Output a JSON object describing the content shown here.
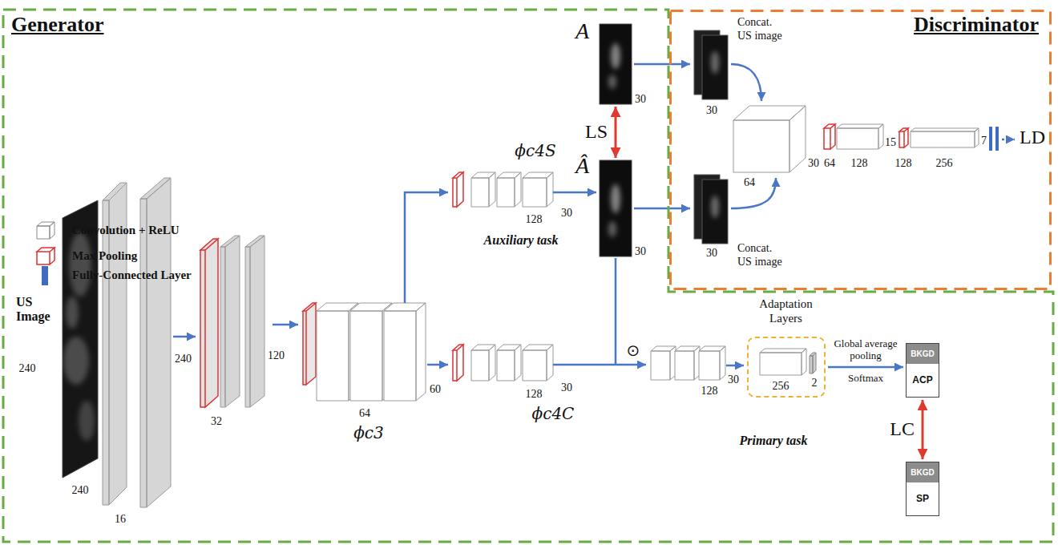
{
  "diagram": {
    "nodes": [
      {
        "text": [
          "Generator"
        ]
      },
      {
        "text": [
          "Discriminator"
        ]
      },
      {
        "text": [
          "US Image"
        ],
        "in": 0
      },
      {
        "text": [
          "A"
        ],
        "in": 0
      },
      {
        "text": [
          "Â"
        ],
        "in": 0
      },
      {
        "text": [
          "Concat. US image"
        ],
        "in": 1
      },
      {
        "text": [
          "Concat. US image"
        ],
        "in": 1
      },
      {
        "text": [
          "Adaptation Layers"
        ],
        "in": 0
      },
      {
        "text": [
          "BKGD",
          "ACP"
        ],
        "in": 0
      },
      {
        "text": [
          "BKGD",
          "SP"
        ],
        "in": 0
      }
    ],
    "edges": [
      {
        "from": 3,
        "to": 4,
        "label": "LS",
        "arrow": "both"
      },
      {
        "from": 3,
        "to": 5,
        "arrow": "to"
      },
      {
        "from": 4,
        "to": 6,
        "arrow": "to"
      },
      {
        "from": 7,
        "to": 8,
        "label": "Global average pooling",
        "arrow": "to"
      },
      {
        "from": 8,
        "to": 9,
        "label": "LC",
        "arrow": "both"
      }
    ],
    "labels": [
      "240",
      "240",
      "16",
      "240",
      "32",
      "120",
      "64",
      "ϕc3",
      "60",
      "ϕc4S",
      "128",
      "30",
      "Auxiliary task",
      "ϕc4C",
      "128",
      "30",
      "30",
      "30",
      "30",
      "30",
      "64",
      "30",
      "64",
      "128",
      "15",
      "128",
      "256",
      "7",
      "LD",
      "⊙",
      "128",
      "30",
      "256",
      "2",
      "Softmax",
      "Primary task"
    ],
    "legend": [
      {
        "text": "Convolution + ReLU"
      },
      {
        "text": "Max Pooling"
      },
      {
        "text": "Fully-Connected Layer",
        "color": "#3f6cc0"
      }
    ]
  }
}
